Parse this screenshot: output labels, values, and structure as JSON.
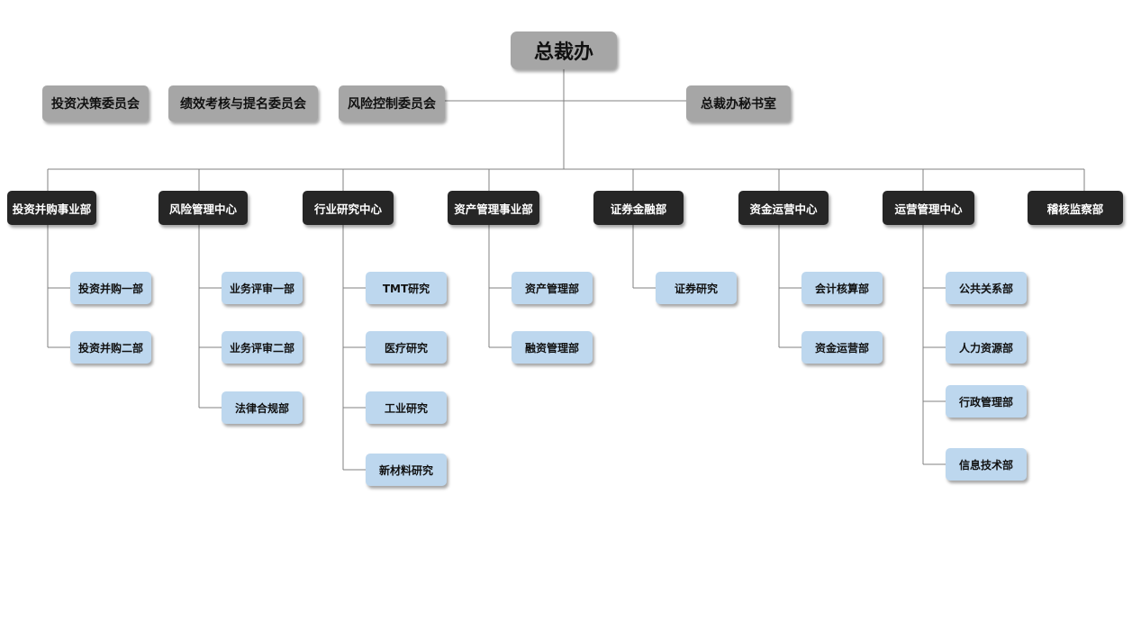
{
  "root": {
    "label": "总裁办"
  },
  "committees": [
    {
      "label": "投资决策委员会"
    },
    {
      "label": "绩效考核与提名委员会"
    },
    {
      "label": "风险控制委员会"
    }
  ],
  "secretariat": {
    "label": "总裁办秘书室"
  },
  "departments": [
    {
      "label": "投资并购事业部",
      "children": [
        {
          "label": "投资并购一部"
        },
        {
          "label": "投资并购二部"
        }
      ]
    },
    {
      "label": "风险管理中心",
      "children": [
        {
          "label": "业务评审一部"
        },
        {
          "label": "业务评审二部"
        },
        {
          "label": "法律合规部"
        }
      ]
    },
    {
      "label": "行业研究中心",
      "children": [
        {
          "label": "TMT研究"
        },
        {
          "label": "医疗研究"
        },
        {
          "label": "工业研究"
        },
        {
          "label": "新材料研究"
        }
      ]
    },
    {
      "label": "资产管理事业部",
      "children": [
        {
          "label": "资产管理部"
        },
        {
          "label": "融资管理部"
        }
      ]
    },
    {
      "label": "证券金融部",
      "children": [
        {
          "label": "证券研究"
        }
      ]
    },
    {
      "label": "资金运营中心",
      "children": [
        {
          "label": "会计核算部"
        },
        {
          "label": "资金运营部"
        }
      ]
    },
    {
      "label": "运营管理中心",
      "children": [
        {
          "label": "公共关系部"
        },
        {
          "label": "人力资源部"
        },
        {
          "label": "行政管理部"
        },
        {
          "label": "信息技术部"
        }
      ]
    },
    {
      "label": "稽核监察部",
      "children": []
    }
  ],
  "colors": {
    "root_fill": "#a6a6a6",
    "committee_fill": "#a6a6a6",
    "department_fill": "#262626",
    "sub_fill": "#bdd7ee",
    "connector": "#808080"
  }
}
